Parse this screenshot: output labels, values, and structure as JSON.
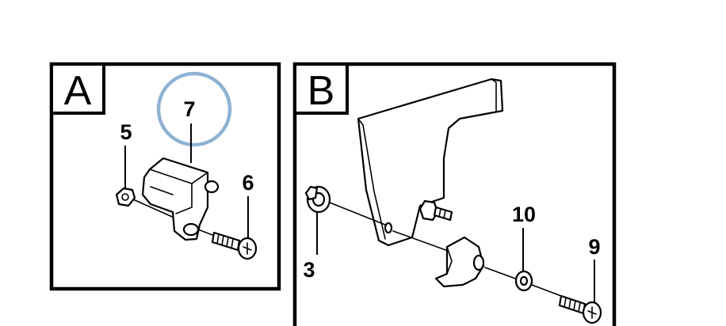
{
  "panels": [
    {
      "id": "A",
      "tag": "A"
    },
    {
      "id": "B",
      "tag": "B"
    }
  ],
  "callouts": {
    "c3": "3",
    "c5": "5",
    "c6": "6",
    "c7": "7",
    "c9": "9",
    "c10": "10"
  },
  "highlight": {
    "part": "7",
    "color": "#8fb2d3"
  }
}
